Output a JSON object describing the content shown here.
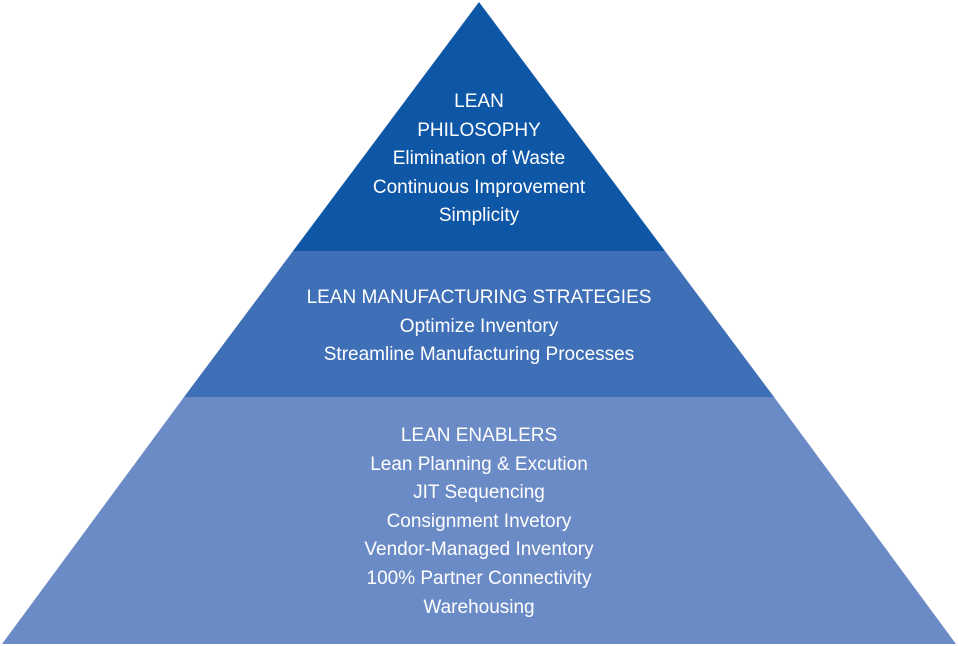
{
  "colors": {
    "top": "#0e56a6",
    "middle": "#3f6fb6",
    "bottom": "#6b8bc6"
  },
  "pyramid": {
    "top": {
      "lines": [
        "LEAN",
        "PHILOSOPHY",
        "Elimination of Waste",
        "Continuous Improvement",
        "Simplicity"
      ]
    },
    "middle": {
      "lines": [
        "LEAN MANUFACTURING STRATEGIES",
        "Optimize Inventory",
        "Streamline Manufacturing Processes"
      ]
    },
    "bottom": {
      "lines": [
        "LEAN ENABLERS",
        "Lean Planning & Excution",
        "JIT Sequencing",
        "Consignment Invetory",
        "Vendor-Managed Inventory",
        "100% Partner Connectivity",
        "Warehousing"
      ]
    }
  }
}
